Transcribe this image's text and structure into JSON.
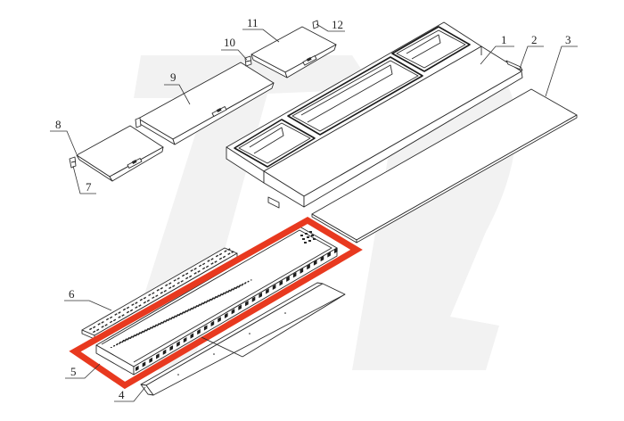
{
  "diagram": {
    "type": "exploded-assembly-drawing",
    "highlight": {
      "part": "5",
      "color": "#e8391f"
    },
    "watermark": {
      "text": "7L",
      "color": "#f2f2f2"
    },
    "callouts": [
      {
        "id": "1",
        "label": "1"
      },
      {
        "id": "2",
        "label": "2"
      },
      {
        "id": "3",
        "label": "3"
      },
      {
        "id": "4",
        "label": "4"
      },
      {
        "id": "5",
        "label": "5"
      },
      {
        "id": "6",
        "label": "6"
      },
      {
        "id": "7",
        "label": "7"
      },
      {
        "id": "8",
        "label": "8"
      },
      {
        "id": "9",
        "label": "9"
      },
      {
        "id": "10",
        "label": "10"
      },
      {
        "id": "11",
        "label": "11"
      },
      {
        "id": "12",
        "label": "12"
      }
    ]
  }
}
